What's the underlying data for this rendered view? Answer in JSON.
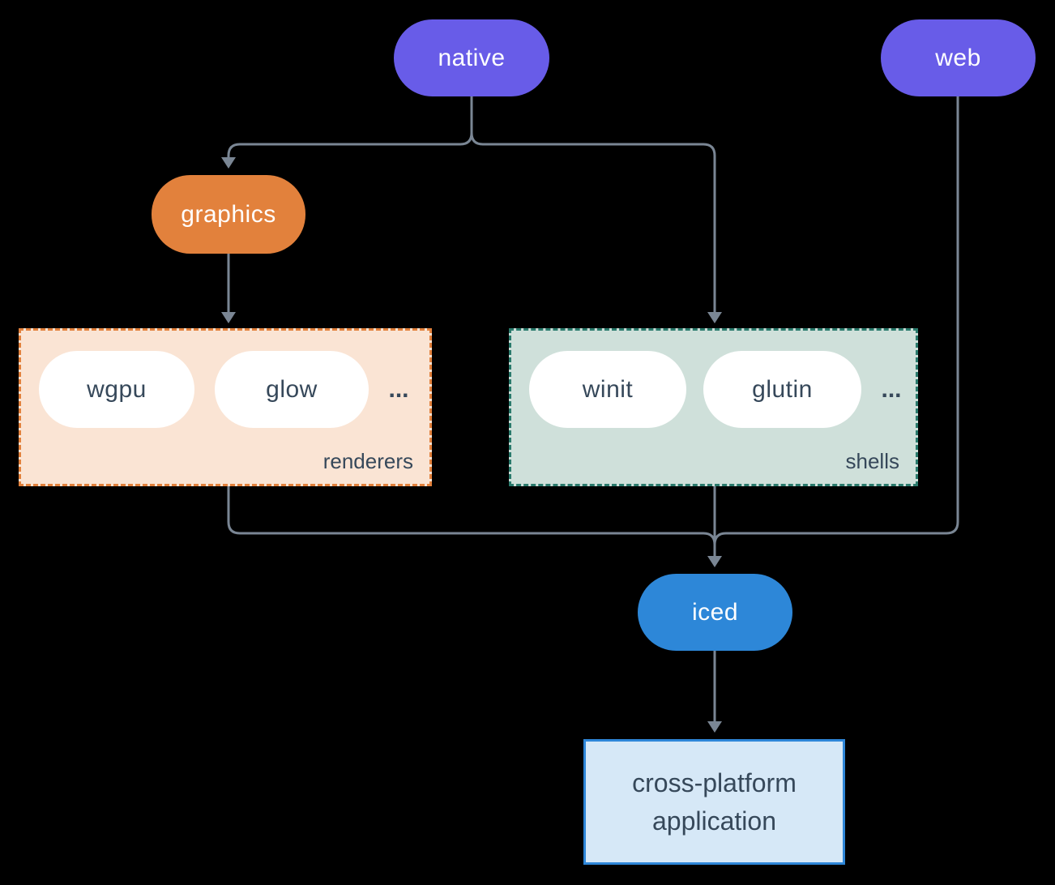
{
  "colors": {
    "bg": "#000000",
    "purple": "#685CE8",
    "orange": "#E2813C",
    "blue": "#2D87D8",
    "peach": "#FAE4D4",
    "sage": "#CFE0DA",
    "teal": "#2A7A6C",
    "app-bg": "#D6E8F7",
    "app-border": "#2E86D8",
    "line": "#7A8694",
    "ink": "#36485A",
    "pill-text": "#FFFFFF",
    "pill-bg": "#FFFFFF"
  },
  "nodes": {
    "native": {
      "label": "native"
    },
    "web": {
      "label": "web"
    },
    "graphics": {
      "label": "graphics"
    },
    "iced": {
      "label": "iced"
    },
    "application": {
      "line1": "cross-platform",
      "line2": "application"
    }
  },
  "groups": {
    "renderers": {
      "label": "renderers",
      "items": [
        "wgpu",
        "glow"
      ],
      "ellipsis": "..."
    },
    "shells": {
      "label": "shells",
      "items": [
        "winit",
        "glutin"
      ],
      "ellipsis": "..."
    }
  }
}
